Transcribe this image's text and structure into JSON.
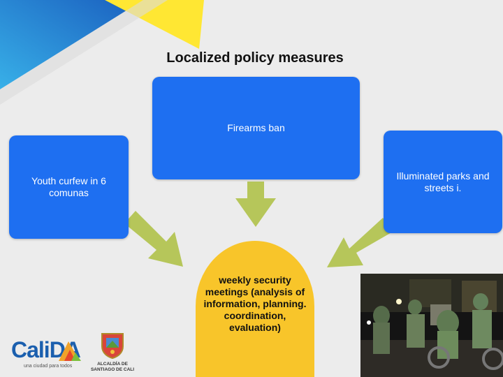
{
  "title": "Localized policy measures",
  "boxes": {
    "top": "Firearms ban",
    "left": "Youth curfew in 6 comunas",
    "right": "Illuminated parks and streets i."
  },
  "center": "weekly security meetings (analysis of information, planning. coordination, evaluation)",
  "logos": {
    "calida_name": "CaliDA",
    "calida_tagline": "una ciudad para todos",
    "alcaldia_line1": "ALCALDÍA DE",
    "alcaldia_line2": "SANTIAGO DE CALI"
  },
  "colors": {
    "box_blue": "#1e6ff1",
    "arrow_green": "#b6c65a",
    "center_yellow": "#f8c52a",
    "corner_yellow": "#ffe733",
    "corner_blue": "#1d8bd6"
  }
}
